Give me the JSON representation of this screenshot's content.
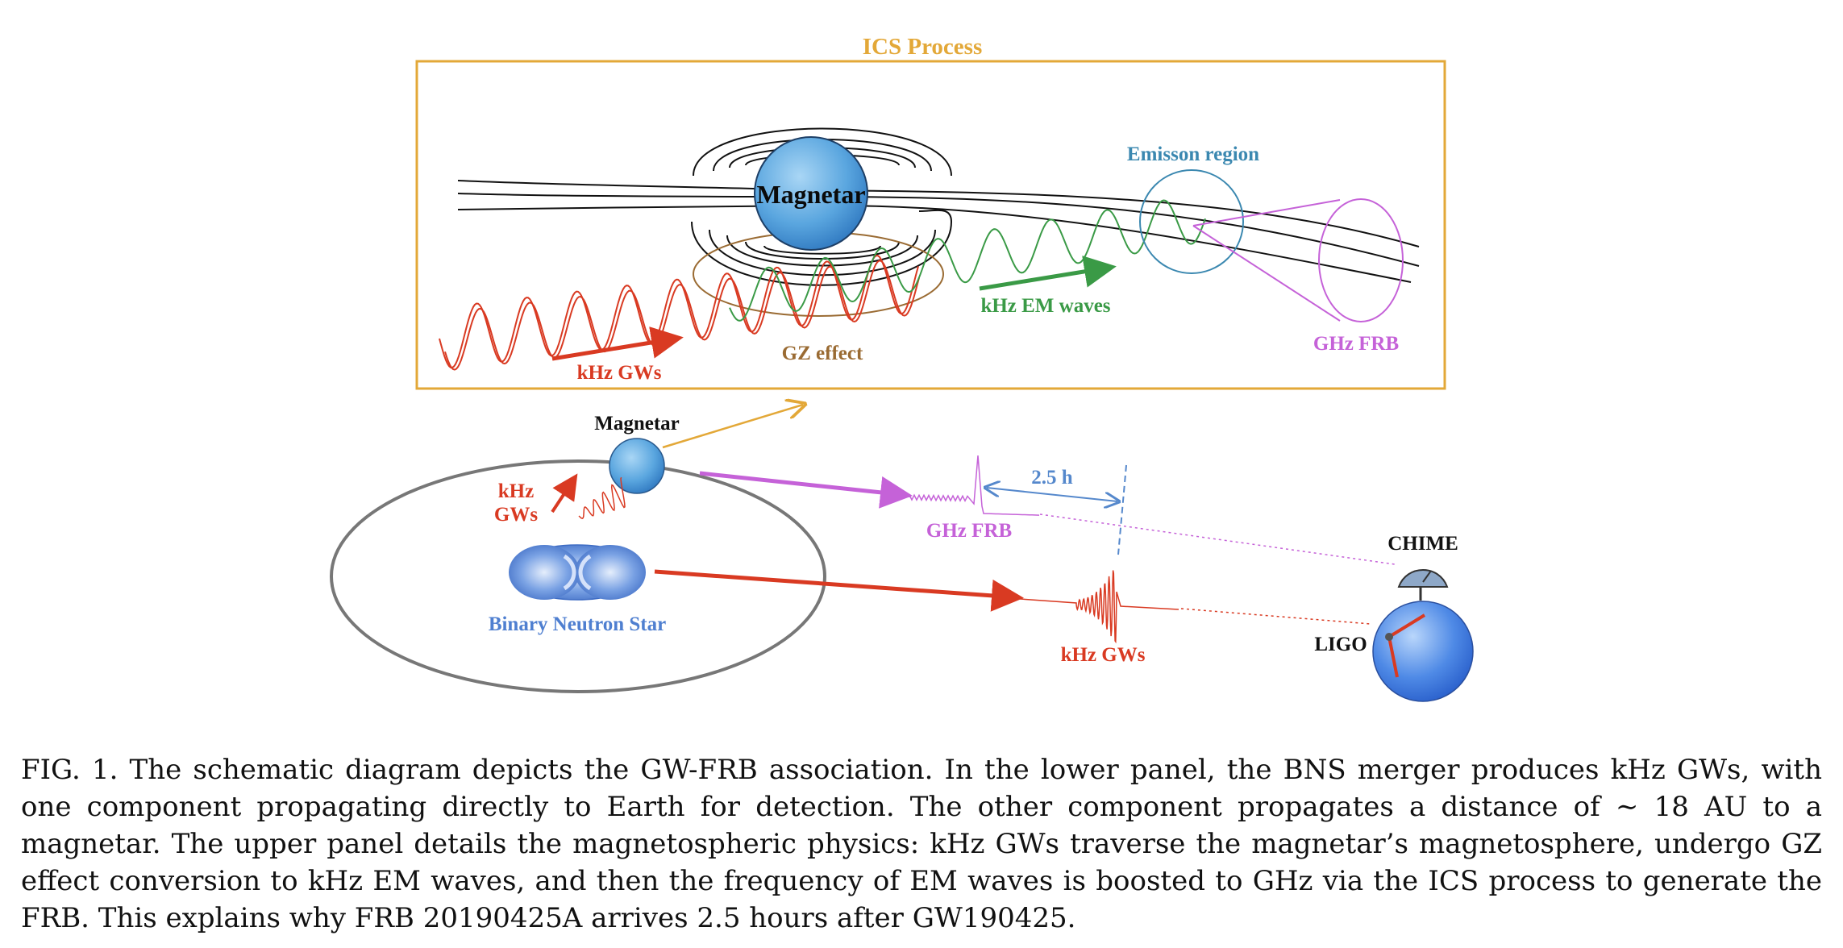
{
  "figure": {
    "ics_title": "ICS Process",
    "magnetar_upper": "Magnetar",
    "emission_region": "Emisson region",
    "khz_em_waves": "kHz EM waves",
    "gz_effect": "GZ effect",
    "khz_gws_upper": "kHz GWs",
    "ghz_frb_upper": "GHz FRB",
    "magnetar_lower": "Magnetar",
    "khz_lower_1": "kHz",
    "khz_lower_2": "GWs",
    "binary_neutron_star": "Binary Neutron Star",
    "delay": "2.5 h",
    "ghz_frb_lower": "GHz FRB",
    "khz_gws_lower": "kHz GWs",
    "chime": "CHIME",
    "ligo": "LIGO"
  },
  "colors": {
    "ics": "#e3a838",
    "gw_red": "#d93a22",
    "em_green": "#3a9a46",
    "gz_brown": "#9a6b33",
    "frb_violet": "#c562d8",
    "emission_teal": "#3b88b0",
    "bns_blue": "#4f7fd0",
    "delay_blue": "#5588cc"
  },
  "caption": {
    "text": "FIG. 1. The schematic diagram depicts the GW-FRB association. In the lower panel, the BNS merger produces kHz GWs, with one component propagating directly to Earth for detection. The other component propagates a distance of ∼ 18 AU to a magnetar. The upper panel details the magnetospheric physics: kHz GWs traverse the magnetar’s magnetosphere, undergo GZ effect conversion to kHz EM waves, and then the frequency of EM waves is boosted to GHz via the ICS process to generate the FRB. This explains why FRB 20190425A arrives 2.5 hours after GW190425."
  }
}
